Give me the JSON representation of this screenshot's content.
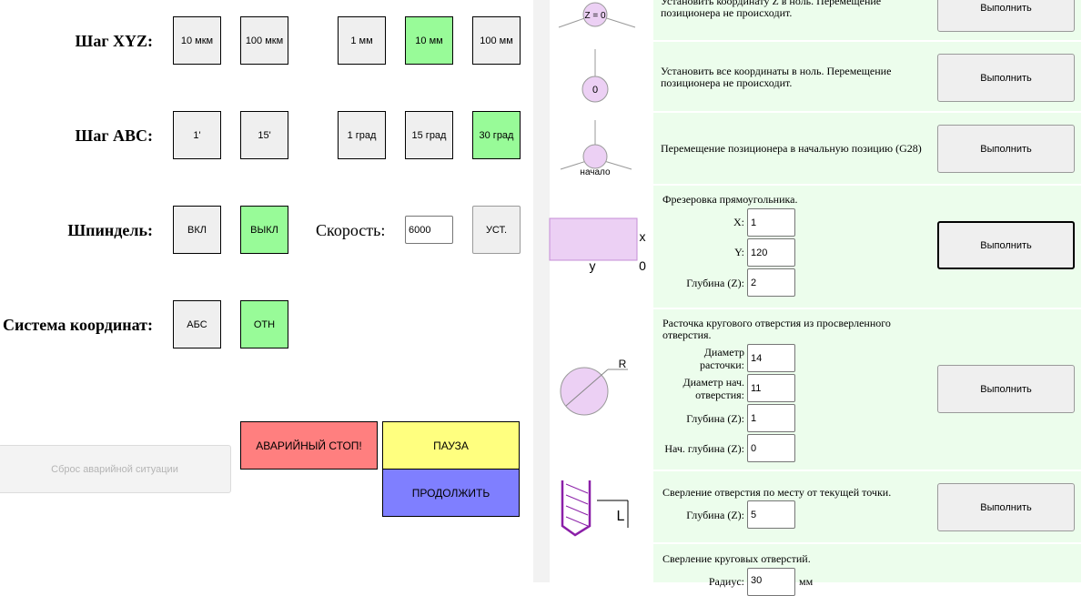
{
  "left": {
    "xyz_label": "Шаг XYZ:",
    "xyz_steps": [
      "10 мкм",
      "100 мкм",
      "1 мм",
      "10 мм",
      "100 мм"
    ],
    "abc_label": "Шаг ABC:",
    "abc_steps": [
      "1'",
      "15'",
      "1 град",
      "15 град",
      "30 град"
    ],
    "spindle_label": "Шпиндель:",
    "spindle_on": "ВКЛ",
    "spindle_off": "ВЫКЛ",
    "speed_label": "Скорость:",
    "speed_value": "6000",
    "speed_set": "УСТ.",
    "coord_label": "Система координат:",
    "coord_abs": "АБС",
    "coord_rel": "ОТН",
    "reset_emergency": "Сброс аварийной ситуации",
    "emergency_stop": "АВАРИЙНЫЙ СТОП!",
    "pause": "ПАУЗА",
    "resume": "ПРОДОЛЖИТЬ"
  },
  "right": {
    "exec_label": "Выполнить",
    "zero_z": {
      "icon_text": "Z = 0",
      "desc": "Установить координату Z в ноль. Перемещение позиционера не происходит."
    },
    "zero_all": {
      "icon_text": "0",
      "desc": "Установить все координаты в ноль. Перемещение позиционера не происходит."
    },
    "home": {
      "icon_text": "начало",
      "desc": "Перемещение позиционера в начальную позицию (G28)"
    },
    "rect": {
      "title": "Фрезеровка прямоугольника.",
      "icon_x": "x",
      "icon_y": "y",
      "icon_zero": "0",
      "x_label": "X:",
      "x_value": "1",
      "y_label": "Y:",
      "y_value": "120",
      "depth_label": "Глубина (Z):",
      "depth_value": "2"
    },
    "bore": {
      "title": "Расточка кругового отверстия из просверленного отверстия.",
      "icon_r": "R",
      "diam_label": "Диаметр расточки:",
      "diam_value": "14",
      "start_diam_label": "Диаметр нач. отверстия:",
      "start_diam_value": "11",
      "depth_label": "Глубина (Z):",
      "depth_value": "1",
      "start_depth_label": "Нач. глубина (Z):",
      "start_depth_value": "0"
    },
    "drill": {
      "title": "Сверление отверстия по месту от текущей точки.",
      "icon_l": "L",
      "depth_label": "Глубина (Z):",
      "depth_value": "5"
    },
    "circ": {
      "title": "Сверление круговых отверстий.",
      "radius_label": "Радиус:",
      "radius_value": "30",
      "unit": "мм"
    }
  },
  "colors": {
    "active_green": "#98fb98",
    "stop_red": "#ff7f7f",
    "pause_yellow": "#ffff7f",
    "resume_blue": "#7f7fff",
    "card_bg": "#ecfdec",
    "icon_fill": "#ecd0f4",
    "drill_purple": "#8b1fa8"
  }
}
